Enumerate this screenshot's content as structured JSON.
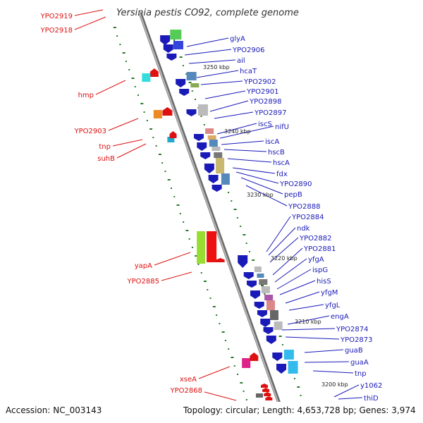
{
  "title": "Yersinia pestis CO92, complete genome",
  "footer": {
    "accession": "Accession: NC_003143",
    "topology": "Topology: circular; Length: 4,653,728 bp; Genes: 3,974"
  },
  "colors": {
    "forward": "#1a1ab8",
    "reverse": "#dd1111",
    "backbone": "#999999",
    "ticks": "#2a7a2a"
  },
  "kbp_marks": [
    "3250 kbp",
    "3240 kbp",
    "3230 kbp",
    "3220 kbp",
    "3210 kbp",
    "3200 kbp"
  ],
  "left_labels": [
    "YPO2919",
    "YPO2918",
    "hmp",
    "YPO2903",
    "tnp",
    "suhB",
    "yapA",
    "YPO2885",
    "xseA",
    "YPO2868"
  ],
  "right_labels": [
    "glyA",
    "YPO2906",
    "ail",
    "hcaT",
    "YPO2902",
    "YPO2901",
    "YPO2898",
    "YPO2897",
    "iscS",
    "nifU",
    "iscA",
    "hscB",
    "hscA",
    "fdx",
    "YPO2890",
    "pepB",
    "YPO2888",
    "YPO2884",
    "ndk",
    "YPO2882",
    "YPO2881",
    "yfgA",
    "ispG",
    "hisS",
    "yfgM",
    "yfgL",
    "engA",
    "YPO2874",
    "YPO2873",
    "guaB",
    "guaA",
    "tnp",
    "y1062",
    "thiD"
  ]
}
